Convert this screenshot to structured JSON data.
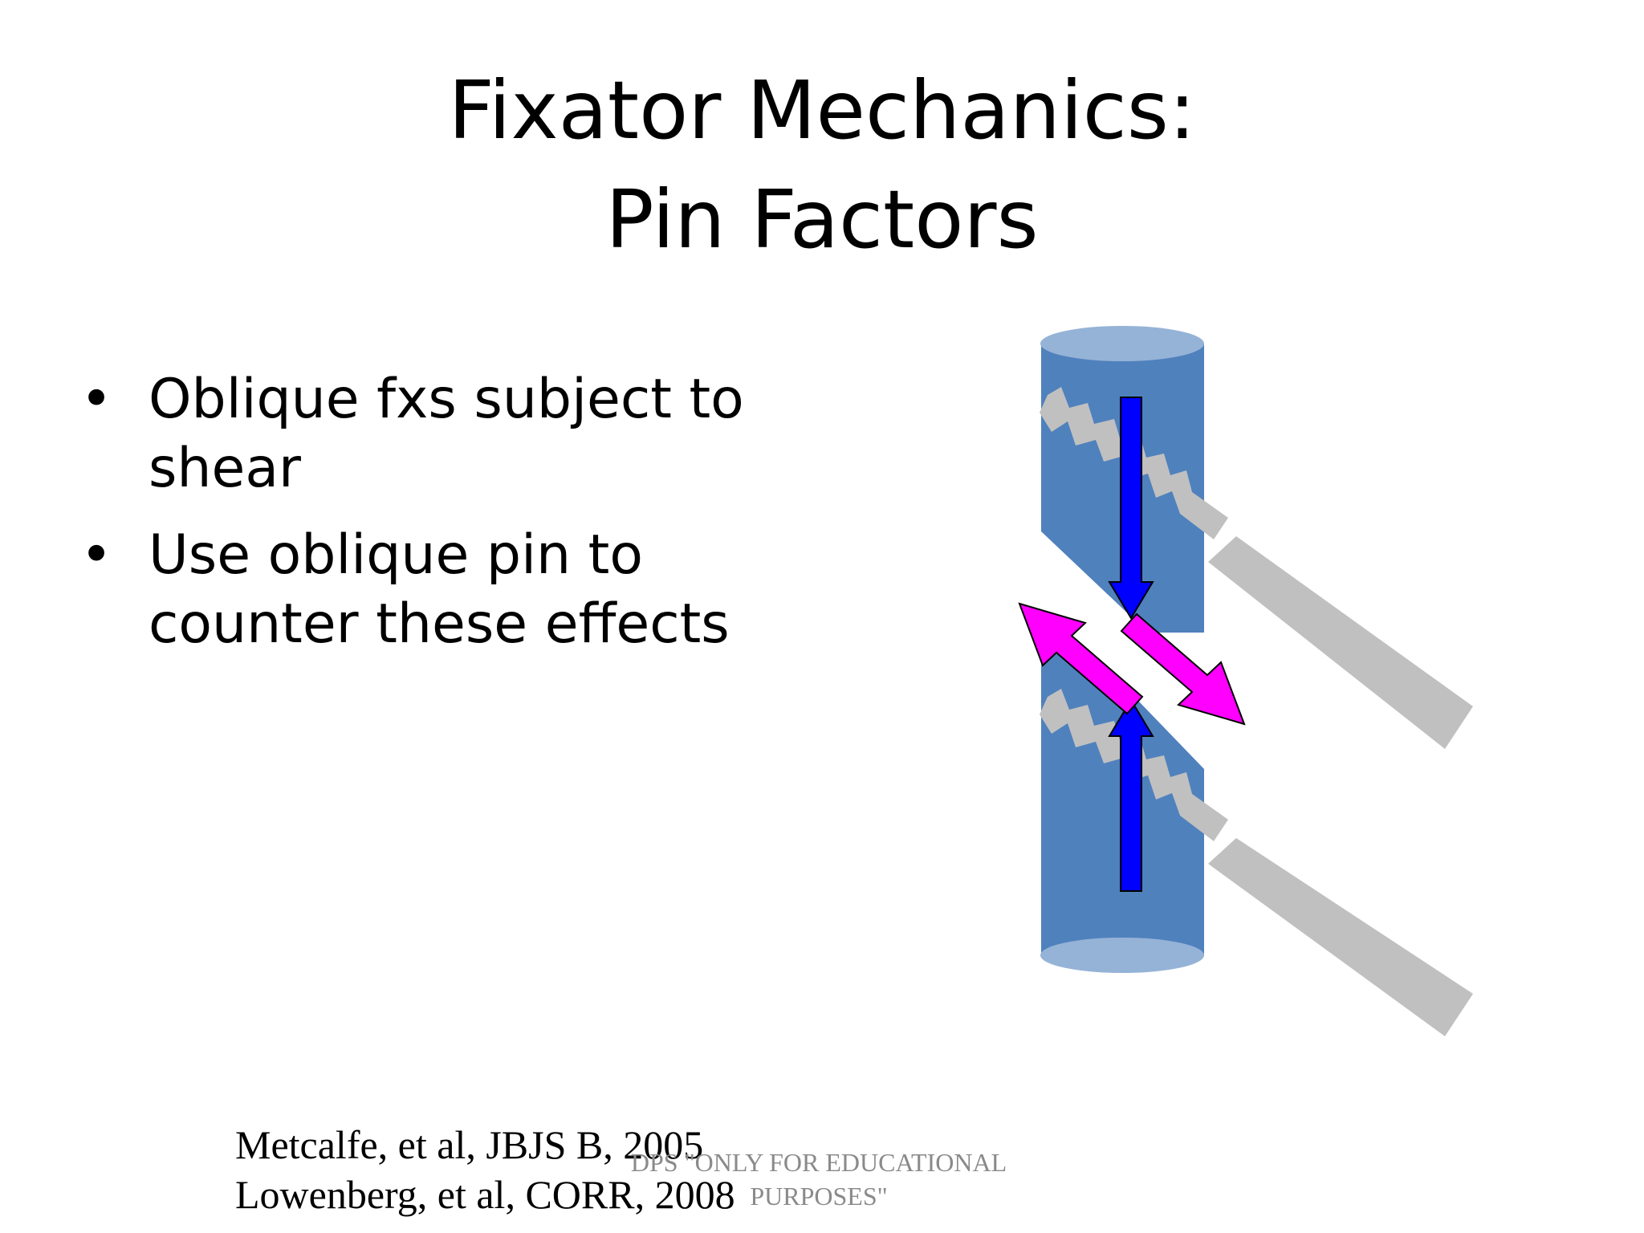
{
  "slide": {
    "title_line1": "Fixator Mechanics:",
    "title_line2": "Pin Factors",
    "bullets": [
      "Oblique fxs subject to shear",
      "Use oblique pin to counter these effects"
    ],
    "bullet_symbol": "•",
    "references": [
      "Metcalfe, et al, JBJS B, 2005",
      "Lowenberg, et al, CORR, 2008"
    ],
    "watermark_line1": "DPS \"ONLY FOR EDUCATIONAL",
    "watermark_line2": "PURPOSES\""
  },
  "diagram": {
    "bone_color": "#4f81bd",
    "bone_cap_color": "#95b3d7",
    "compression_arrow_color": "#0000ff",
    "shear_arrow_color": "#ff00ff",
    "pin_color": "#c0c0c0",
    "icons": [
      "bone-cylinder",
      "compression-arrow",
      "shear-arrow",
      "threaded-pin"
    ]
  }
}
